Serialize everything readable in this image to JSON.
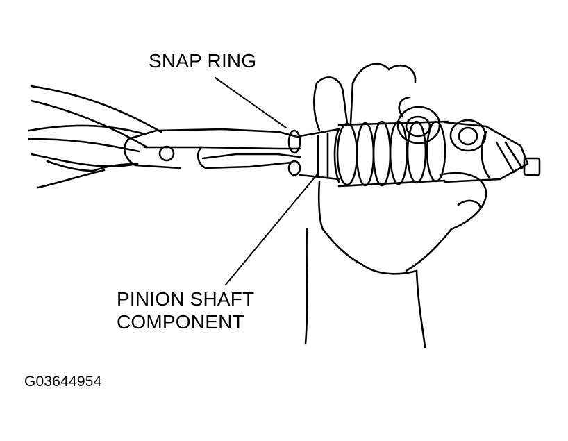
{
  "labels": {
    "snap_ring": "SNAP RING",
    "pinion_line1": "PINION SHAFT",
    "pinion_line2": "COMPONENT",
    "figure_code": "G03644954"
  },
  "colors": {
    "ink": "#000000",
    "paper": "#ffffff"
  }
}
